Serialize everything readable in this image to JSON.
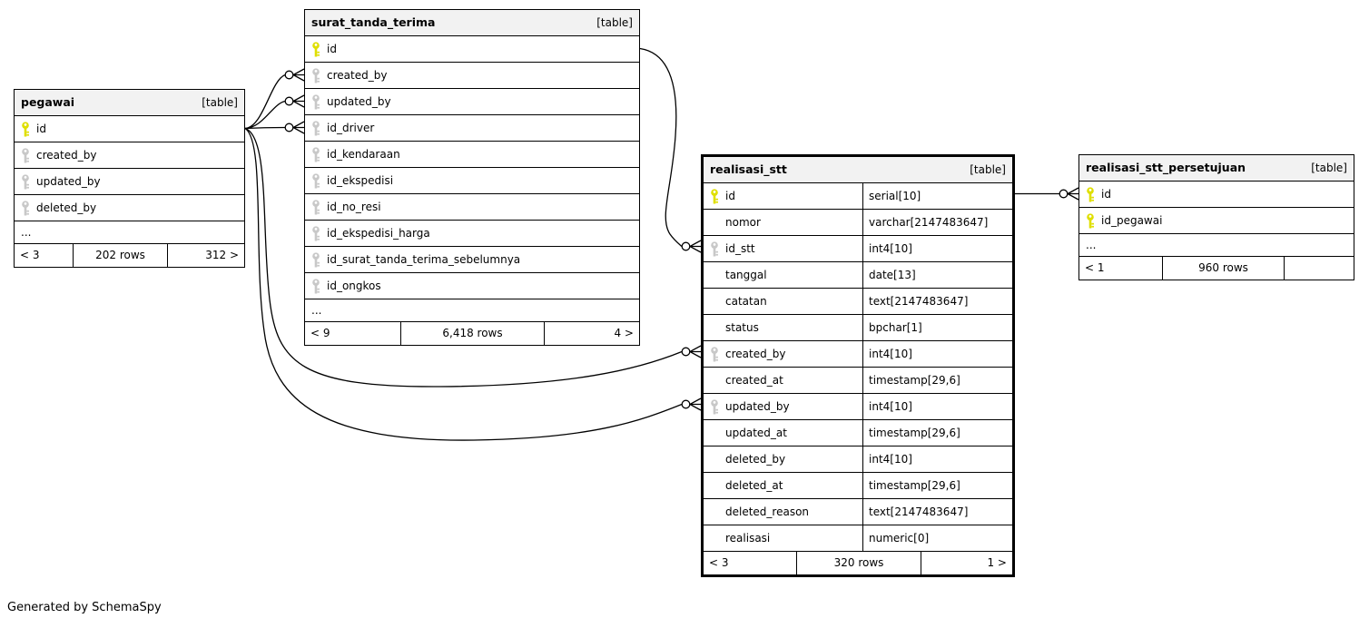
{
  "diagram": {
    "generator_note": "Generated by SchemaSpy",
    "colors": {
      "pk_key": "#dfdf00",
      "fk_key": "#c8c8c8",
      "header_bg": "#f2f2f2",
      "border": "#000000",
      "line": "#000000"
    },
    "tables": [
      {
        "id": "pegawai",
        "name": "pegawai",
        "badge": "[table]",
        "emphasized": false,
        "columns": [
          {
            "name": "id",
            "key": "pk"
          },
          {
            "name": "created_by",
            "key": "fk"
          },
          {
            "name": "updated_by",
            "key": "fk"
          },
          {
            "name": "deleted_by",
            "key": "fk"
          },
          {
            "name": "...",
            "ellipsis": true
          }
        ],
        "footer": {
          "left": "< 3",
          "center": "202 rows",
          "right": "312 >"
        }
      },
      {
        "id": "surat_tanda_terima",
        "name": "surat_tanda_terima",
        "badge": "[table]",
        "emphasized": false,
        "columns": [
          {
            "name": "id",
            "key": "pk"
          },
          {
            "name": "created_by",
            "key": "fk"
          },
          {
            "name": "updated_by",
            "key": "fk"
          },
          {
            "name": "id_driver",
            "key": "fk"
          },
          {
            "name": "id_kendaraan",
            "key": "fk"
          },
          {
            "name": "id_ekspedisi",
            "key": "fk"
          },
          {
            "name": "id_no_resi",
            "key": "fk"
          },
          {
            "name": "id_ekspedisi_harga",
            "key": "fk"
          },
          {
            "name": "id_surat_tanda_terima_sebelumnya",
            "key": "fk"
          },
          {
            "name": "id_ongkos",
            "key": "fk"
          },
          {
            "name": "...",
            "ellipsis": true
          }
        ],
        "footer": {
          "left": "< 9",
          "center": "6,418 rows",
          "right": "4 >"
        }
      },
      {
        "id": "realisasi_stt",
        "name": "realisasi_stt",
        "badge": "[table]",
        "emphasized": true,
        "columns": [
          {
            "name": "id",
            "type": "serial[10]",
            "key": "pk"
          },
          {
            "name": "nomor",
            "type": "varchar[2147483647]"
          },
          {
            "name": "id_stt",
            "type": "int4[10]",
            "key": "fk"
          },
          {
            "name": "tanggal",
            "type": "date[13]"
          },
          {
            "name": "catatan",
            "type": "text[2147483647]"
          },
          {
            "name": "status",
            "type": "bpchar[1]"
          },
          {
            "name": "created_by",
            "type": "int4[10]",
            "key": "fk"
          },
          {
            "name": "created_at",
            "type": "timestamp[29,6]"
          },
          {
            "name": "updated_by",
            "type": "int4[10]",
            "key": "fk"
          },
          {
            "name": "updated_at",
            "type": "timestamp[29,6]"
          },
          {
            "name": "deleted_by",
            "type": "int4[10]"
          },
          {
            "name": "deleted_at",
            "type": "timestamp[29,6]"
          },
          {
            "name": "deleted_reason",
            "type": "text[2147483647]"
          },
          {
            "name": "realisasi",
            "type": "numeric[0]"
          }
        ],
        "footer": {
          "left": "< 3",
          "center": "320 rows",
          "right": "1 >"
        }
      },
      {
        "id": "realisasi_stt_persetujuan",
        "name": "realisasi_stt_persetujuan",
        "badge": "[table]",
        "emphasized": false,
        "columns": [
          {
            "name": "id",
            "key": "pk"
          },
          {
            "name": "id_pegawai",
            "key": "pk"
          },
          {
            "name": "...",
            "ellipsis": true
          }
        ],
        "footer": {
          "left": "< 1",
          "center": "960 rows",
          "right": ""
        }
      }
    ],
    "relationships": [
      {
        "from": "pegawai.id",
        "to": "surat_tanda_terima.created_by",
        "end_marker": "circle-crowfoot"
      },
      {
        "from": "pegawai.id",
        "to": "surat_tanda_terima.updated_by",
        "end_marker": "circle-crowfoot"
      },
      {
        "from": "pegawai.id",
        "to": "surat_tanda_terima.id_driver",
        "end_marker": "circle-crowfoot"
      },
      {
        "from": "pegawai.id",
        "to": "realisasi_stt.created_by",
        "end_marker": "circle-crowfoot"
      },
      {
        "from": "pegawai.id",
        "to": "realisasi_stt.updated_by",
        "end_marker": "circle-crowfoot"
      },
      {
        "from": "surat_tanda_terima.id",
        "to": "realisasi_stt.id_stt",
        "end_marker": "circle-crowfoot"
      },
      {
        "from": "realisasi_stt.id",
        "to": "realisasi_stt_persetujuan.id",
        "end_marker": "circle-crowfoot"
      }
    ]
  }
}
